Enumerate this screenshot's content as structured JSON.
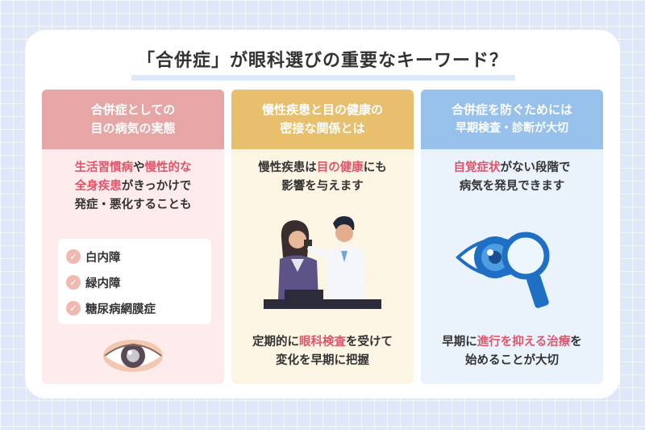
{
  "title": "「合併症」が眼科選びの重要なキーワード？",
  "columns": [
    {
      "header": [
        "合併症としての",
        "目の病気の実態"
      ],
      "body": [
        [
          {
            "t": "生活習慣病",
            "hl": true
          },
          {
            "t": "や",
            "hl": false
          },
          {
            "t": "慢性的な",
            "hl": true
          }
        ],
        [
          {
            "t": "全身疾患",
            "hl": true
          },
          {
            "t": "がきっかけで",
            "hl": false
          }
        ],
        [
          {
            "t": "発症・悪化することも",
            "hl": false
          }
        ]
      ],
      "checklist": [
        "白内障",
        "緑内障",
        "糖尿病網膜症"
      ],
      "illustration_icon": "cataract-eye-icon"
    },
    {
      "header": [
        "慢性疾患と目の健康の",
        "密接な関係とは"
      ],
      "body": [
        [
          {
            "t": "慢性疾患は",
            "hl": false
          },
          {
            "t": "目の健康",
            "hl": true
          },
          {
            "t": "にも",
            "hl": false
          }
        ],
        [
          {
            "t": "影響を与えます",
            "hl": false
          }
        ]
      ],
      "illustration_icon": "eye-exam-doctor-icon",
      "footer": [
        [
          {
            "t": "定期的に",
            "hl": false
          },
          {
            "t": "眼科検査",
            "hl": true
          },
          {
            "t": "を受けて",
            "hl": false
          }
        ],
        [
          {
            "t": "変化を早期に把握",
            "hl": false
          }
        ]
      ]
    },
    {
      "header": [
        "合併症を防ぐためには",
        "早期検査・診断が大切"
      ],
      "body": [
        [
          {
            "t": "自覚症状",
            "hl": true
          },
          {
            "t": "がない段階で",
            "hl": false
          }
        ],
        [
          {
            "t": "病気を発見できます",
            "hl": false
          }
        ]
      ],
      "illustration_icon": "eye-magnifier-icon",
      "footer": [
        [
          {
            "t": "早期に",
            "hl": false
          },
          {
            "t": "進行を抑える治療",
            "hl": true
          },
          {
            "t": "を",
            "hl": false
          }
        ],
        [
          {
            "t": "始めることが大切",
            "hl": false
          }
        ]
      ]
    }
  ],
  "colors": {
    "highlight": "#e0556a",
    "col1_header": "#e7a6a6",
    "col2_header": "#e7bf6d",
    "col3_header": "#97c0ea"
  }
}
